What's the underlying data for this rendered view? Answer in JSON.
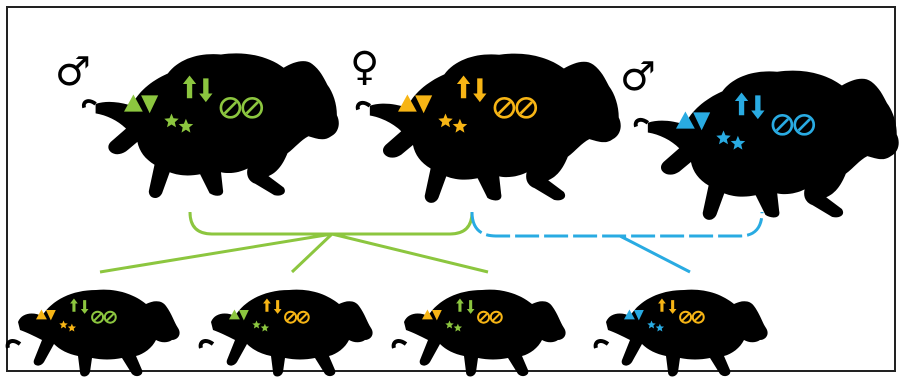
{
  "colors": {
    "silhouette": "#000000",
    "green": "#8cc63f",
    "orange": "#f7b515",
    "blue": "#29abe2",
    "symbol": "#000000",
    "frame": "#222222"
  },
  "adults": [
    {
      "id": "father-left",
      "sex": "male",
      "sex_symbol": "♂",
      "palette": [
        "green",
        "green",
        "green",
        "green"
      ]
    },
    {
      "id": "mother",
      "sex": "female",
      "sex_symbol": "♀",
      "palette": [
        "orange",
        "orange",
        "orange",
        "orange"
      ]
    },
    {
      "id": "father-right",
      "sex": "male",
      "sex_symbol": "♂",
      "palette": [
        "blue",
        "blue",
        "blue",
        "blue"
      ]
    }
  ],
  "piglets": [
    {
      "id": "piglet-1",
      "father": "father-left",
      "palette": [
        "orange",
        "green",
        "orange",
        "green"
      ]
    },
    {
      "id": "piglet-2",
      "father": "father-left",
      "palette": [
        "green",
        "orange",
        "green",
        "orange"
      ]
    },
    {
      "id": "piglet-3",
      "father": "father-left",
      "palette": [
        "orange",
        "green",
        "green",
        "orange"
      ]
    },
    {
      "id": "piglet-4",
      "father": "father-right",
      "palette": [
        "blue",
        "orange",
        "blue",
        "orange"
      ]
    }
  ],
  "icons": [
    "triangle-pair-icon",
    "arrow-pair-icon",
    "star-pair-icon",
    "no-symbol-pair-icon"
  ]
}
